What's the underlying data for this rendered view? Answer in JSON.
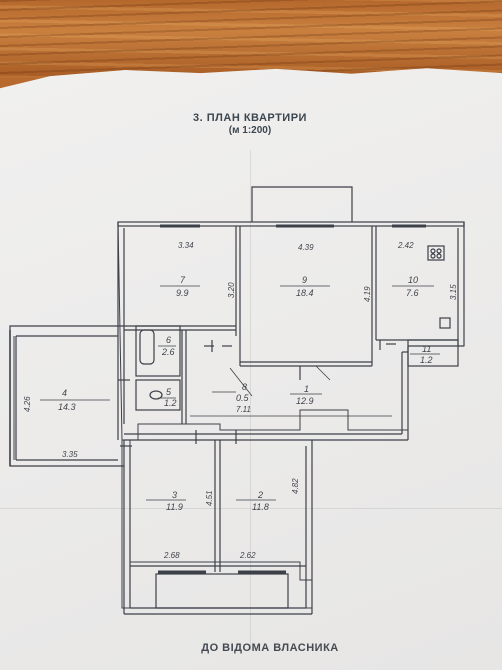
{
  "header": {
    "title": "3. ПЛАН КВАРТИРИ",
    "scale": "(м 1:200)"
  },
  "footer": {
    "text": "ДО ВІДОМА ВЛАСНИКА"
  },
  "rooms": [
    {
      "number": "1",
      "area": "12.9"
    },
    {
      "number": "2",
      "area": "11.8"
    },
    {
      "number": "3",
      "area": "11.9"
    },
    {
      "number": "4",
      "area": "14.3"
    },
    {
      "number": "5",
      "area": "1.2"
    },
    {
      "number": "6",
      "area": "2.6"
    },
    {
      "number": "7",
      "area": "9.9"
    },
    {
      "number": "8",
      "area": "0.5"
    },
    {
      "number": "9",
      "area": "18.4"
    },
    {
      "number": "10",
      "area": "7.6"
    },
    {
      "number": "11",
      "area": "1.2"
    }
  ],
  "dimensions": {
    "room7_width": "3.34",
    "room7_depth": "3.20",
    "room9_width": "4.39",
    "room9_depth": "4.19",
    "room10_width": "2.42",
    "room10_depth": "3.15",
    "room4_depth": "4.26",
    "room4_width": "3.35",
    "corridor_length": "7.11",
    "room3_depth": "4.51",
    "room2_depth": "4.82",
    "room3_width": "2.68",
    "room2_width": "2.62"
  }
}
